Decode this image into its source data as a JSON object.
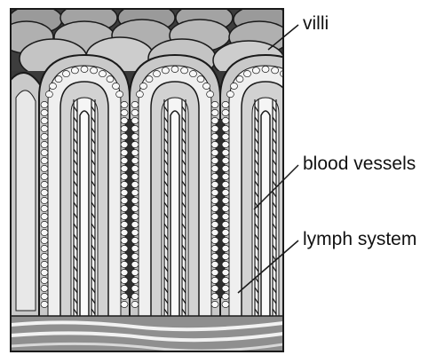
{
  "labels": {
    "villi": "villi",
    "blood_vessels": "blood vessels",
    "lymph_system": "lymph system"
  },
  "colors": {
    "outline": "#1a1a1a",
    "dark_fill": "#3d3d3d",
    "mid_fill": "#8f8f8f",
    "light_fill": "#c9c9c9",
    "pale_fill": "#e4e4e4",
    "cell_fill": "#f4f4f4",
    "background": "#ffffff"
  }
}
